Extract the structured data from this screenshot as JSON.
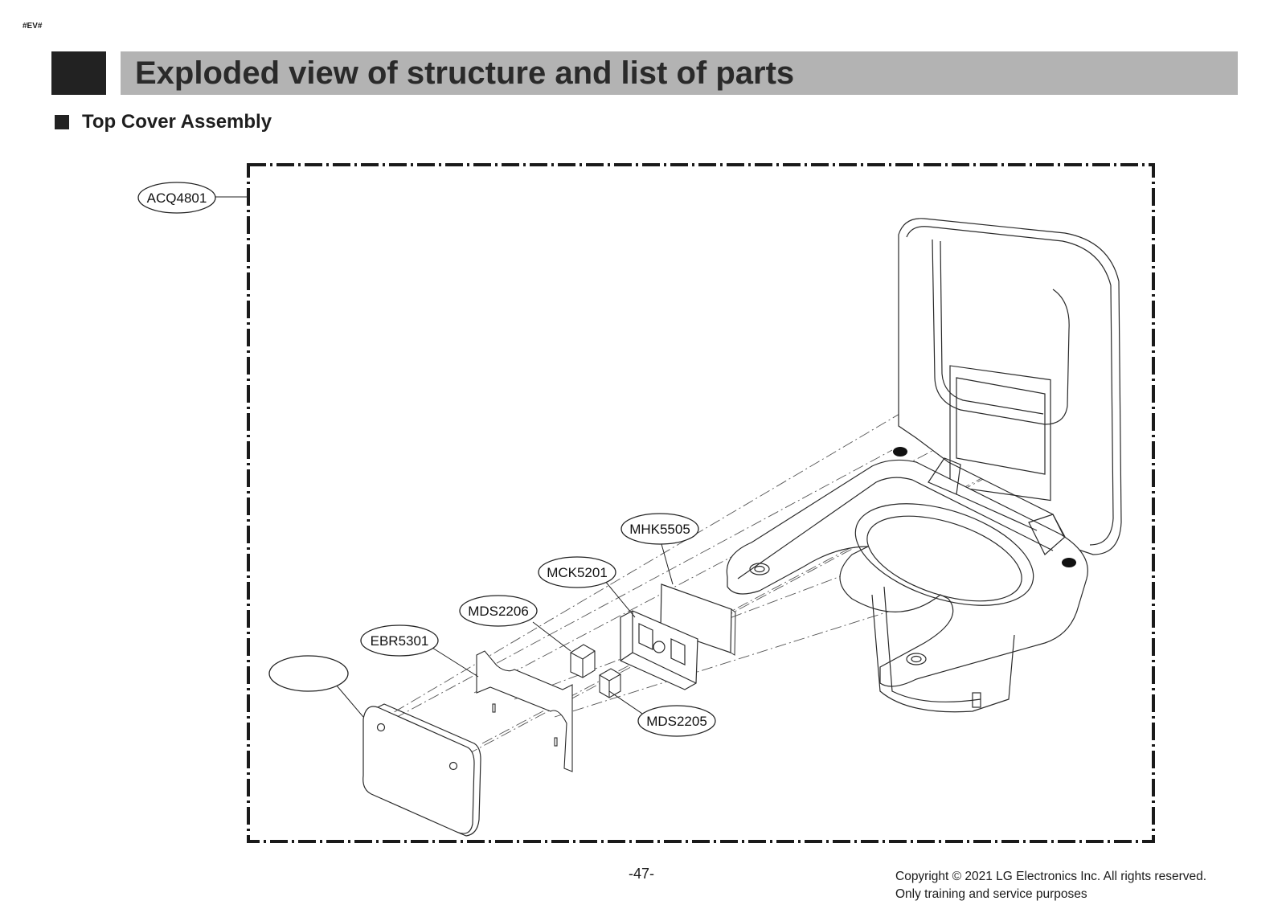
{
  "page": {
    "marker": "#EV#",
    "title": "Exploded view of structure and list of parts",
    "section": "Top Cover Assembly",
    "page_number": "-47-",
    "copyright_line1": "Copyright © 2021 LG Electronics Inc. All rights reserved.",
    "copyright_line2": "Only training and service purposes"
  },
  "labels": {
    "assembly": "ACQ4801",
    "mhk": "MHK5505",
    "mck": "MCK5201",
    "mds2206": "MDS2206",
    "ebr": "EBR5301",
    "blank": "",
    "mds2205": "MDS2205"
  },
  "colors": {
    "title_bar": "#b3b3b3",
    "title_block": "#222222"
  }
}
